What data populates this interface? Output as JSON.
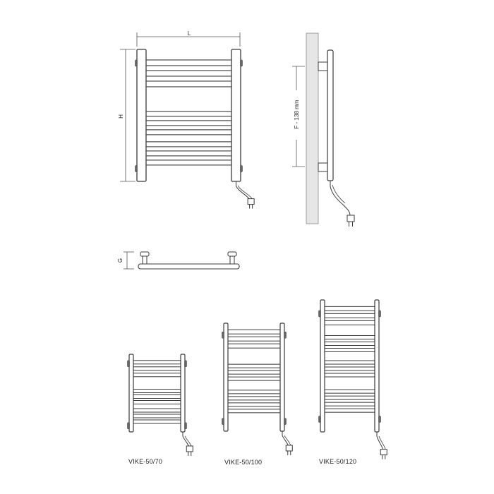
{
  "colors": {
    "line": "#3a3a3a",
    "fill": "#ffffff",
    "wall": "#e6e6e6",
    "wall_edge": "#8a8a8a",
    "dim": "#555555"
  },
  "dimension_labels": {
    "width": "L",
    "height": "H",
    "depth": "G",
    "wall_spacing": "F - 138 mm"
  },
  "models": [
    {
      "name": "VIKE-50/70"
    },
    {
      "name": "VIKE-50/100"
    },
    {
      "name": "VIKE-50/120"
    }
  ]
}
